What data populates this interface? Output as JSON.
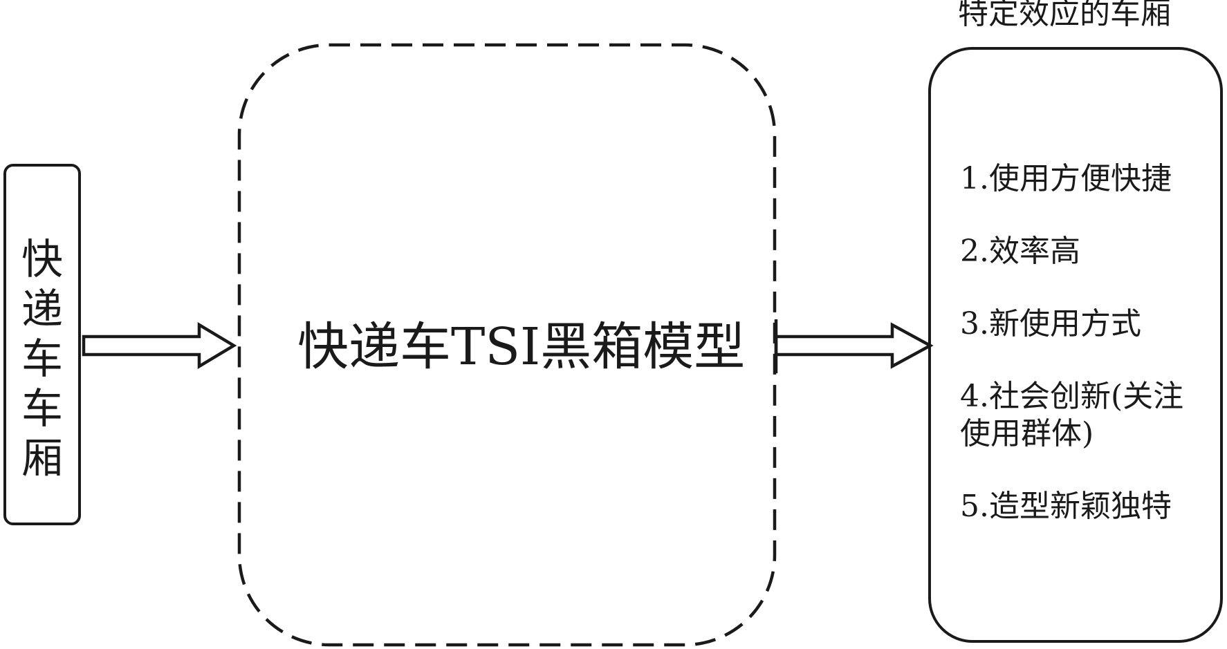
{
  "input_box": {
    "label": "快递车车厢"
  },
  "black_box": {
    "label": "快递车TSI黑箱模型"
  },
  "output_box": {
    "title": "特定效应的车厢",
    "effects": [
      "1.使用方便快捷",
      "2.效率高",
      "3.新使用方式",
      "4.社会创新(关注使用群体)",
      "5.造型新颖独特"
    ]
  }
}
